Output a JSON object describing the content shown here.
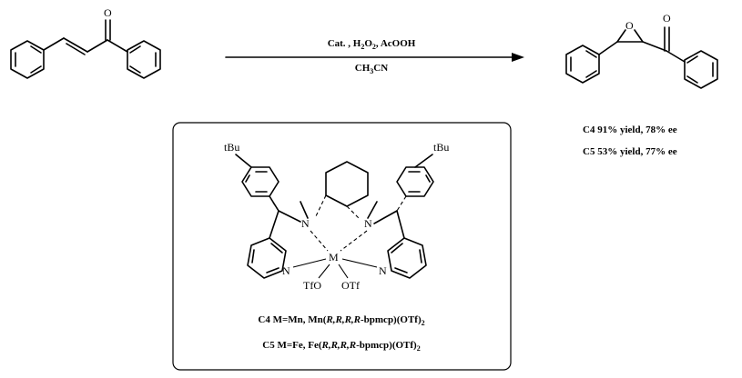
{
  "reaction": {
    "conditions_line1_parts": [
      "Cat. , H",
      "2",
      "O",
      "2",
      ",  AcOOH"
    ],
    "conditions_line2_parts": [
      "CH",
      "3",
      "CN"
    ]
  },
  "reactant_atoms": {
    "carbonyl_o": "O"
  },
  "product_atoms": {
    "epoxide_o": "O",
    "carbonyl_o": "O"
  },
  "results": [
    {
      "label": "C4",
      "text": "91% yield, 78% ee"
    },
    {
      "label": "C5",
      "text": "53% yield, 77% ee"
    }
  ],
  "catalyst": {
    "atoms": {
      "tbu_left": "tBu",
      "tbu_right": "tBu",
      "n_left": "N",
      "n_right": "N",
      "metal": "M",
      "n_py_left": "N",
      "n_py_right": "N",
      "otf_left": "TfO",
      "otf_right": "OTf"
    },
    "caption1": {
      "pre": "C4 M=Mn, Mn(",
      "ital": "R,R,R,R",
      "mid": "-bpmcp)(OTf)",
      "sub": "2"
    },
    "caption2": {
      "pre": "C5 M=Fe, Fe(",
      "ital": "R,R,R,R",
      "mid": "-bpmcp)(OTf)",
      "sub": "2"
    }
  }
}
